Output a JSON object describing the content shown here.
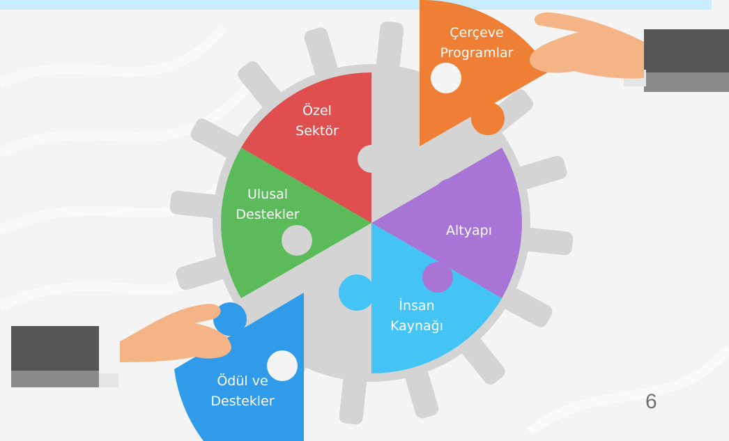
{
  "slide": {
    "page_number": "6"
  },
  "pieces": [
    {
      "id": "ozel-sektor",
      "lines": [
        "Özel",
        "Sektör"
      ],
      "color": "#e04f4f"
    },
    {
      "id": "ulusal-destekler",
      "lines": [
        "Ulusal",
        "Destekler"
      ],
      "color": "#5bbb5b"
    },
    {
      "id": "altyapi",
      "lines": [
        "Altyapı"
      ],
      "color": "#a874d6"
    },
    {
      "id": "insan-kaynagi",
      "lines": [
        "İnsan",
        "Kaynağı"
      ],
      "color": "#44c4f5"
    },
    {
      "id": "cerceve-programlar",
      "lines": [
        "Çerçeve",
        "Programlar"
      ],
      "color": "#ee7f34"
    },
    {
      "id": "odul-ve-destekler",
      "lines": [
        "Ödül ve",
        "Destekler"
      ],
      "color": "#2f9be9"
    }
  ],
  "colors": {
    "gear": "#d4d4d4",
    "top_bar": "#c6ecfd",
    "skin": "#f4b486",
    "sleeve": "#555555",
    "cuff": "#8a8a8a"
  }
}
